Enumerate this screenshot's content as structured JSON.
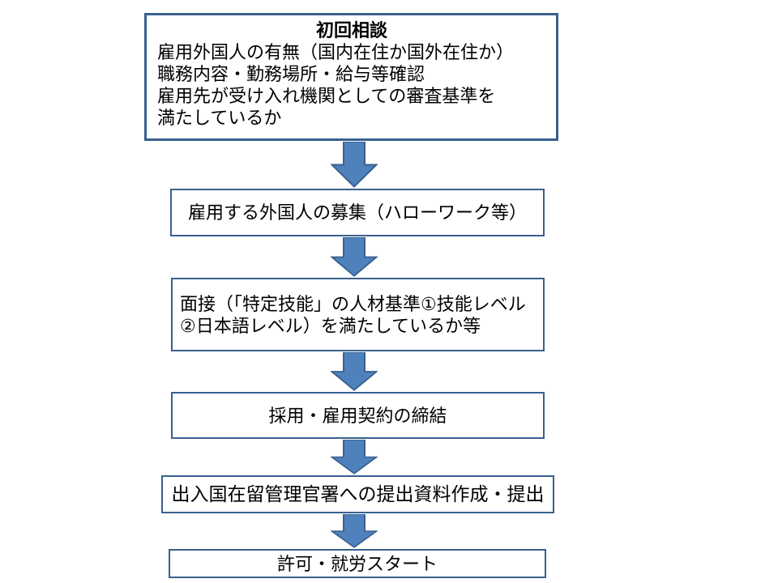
{
  "colors": {
    "box_border": "#38608F",
    "arrow_fill": "#4F81BD",
    "arrow_stroke": "#38608F",
    "background": "#FFFFFF",
    "text": "#000000"
  },
  "flow": {
    "connector_icon": "down-arrow",
    "steps": [
      {
        "title": "初回相談",
        "lines": [
          "雇用外国人の有無（国内在住か国外在住か）",
          "職務内容・勤務場所・給与等確認",
          "雇用先が受け入れ機関としての審査基準を",
          "満たしているか"
        ]
      },
      {
        "lines": [
          "雇用する外国人の募集（ハローワーク等）"
        ]
      },
      {
        "lines": [
          "面接（「特定技能」の人材基準①技能レベル",
          "②日本語レベル）を満たしているか等"
        ]
      },
      {
        "lines": [
          "採用・雇用契約の締結"
        ]
      },
      {
        "lines": [
          "出入国在留管理官署への提出資料作成・提出"
        ]
      },
      {
        "lines": [
          "許可・就労スタート"
        ]
      }
    ]
  }
}
